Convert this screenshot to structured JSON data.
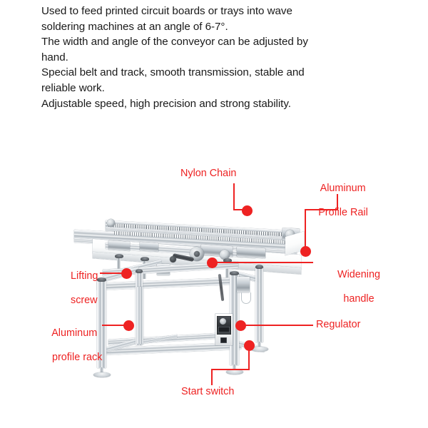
{
  "description": {
    "lines": [
      "Used to feed printed circuit boards or trays into wave",
      "soldering machines at an angle of 6-7°.",
      "The width and angle of the conveyor can be adjusted by",
      "hand.",
      "Special belt and track, smooth transmission, stable and",
      "reliable work.",
      "Adjustable speed, high precision and strong stability."
    ],
    "paragraphs": [
      "Used to feed printed circuit boards or trays into wave soldering machines at an angle of 6-7°.",
      "The width and angle of the conveyor can be adjusted by hand.",
      "Special belt and track, smooth transmission, stable and reliable work.",
      "Adjustable speed, high precision and strong stability."
    ]
  },
  "diagram": {
    "subject": "inclined pcb conveyor loader machine",
    "callout_color": "#ee2222",
    "text_color": "#1a1a1a",
    "callouts": [
      {
        "id": "nylon-chain",
        "label": "Nylon Chain",
        "label_line1": "Nylon Chain",
        "label_line2": "",
        "align": "left"
      },
      {
        "id": "aluminum-profile-rail",
        "label": "Aluminum Profile Rail",
        "label_line1": "Aluminum",
        "label_line2": "Profile Rail",
        "align": "center"
      },
      {
        "id": "lifting-screw",
        "label": "Lifting screw",
        "label_line1": "Lifting",
        "label_line2": "screw",
        "align": "left"
      },
      {
        "id": "widening-handle",
        "label": "Widening handle",
        "label_line1": "Widening",
        "label_line2": "handle",
        "align": "center"
      },
      {
        "id": "aluminum-profile-rack",
        "label": "Aluminum profile rack",
        "label_line1": "Aluminum",
        "label_line2": "profile rack",
        "align": "left"
      },
      {
        "id": "regulator",
        "label": "Regulator",
        "label_line1": "Regulator",
        "label_line2": "",
        "align": "left"
      },
      {
        "id": "start-switch",
        "label": "Start switch",
        "label_line1": "Start switch",
        "label_line2": "",
        "align": "left"
      }
    ]
  }
}
